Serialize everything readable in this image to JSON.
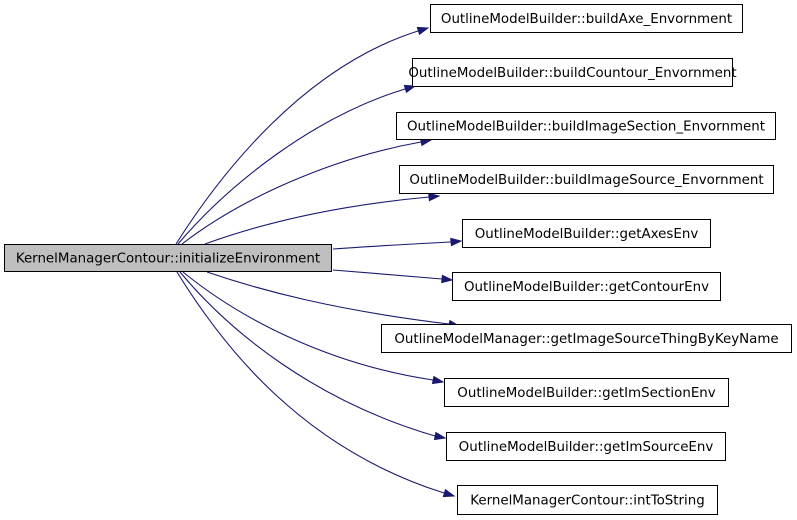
{
  "colors": {
    "root_fill": "#bfbfbf",
    "node_fill": "#ffffff",
    "edge": "#191970"
  },
  "root": {
    "label": "KernelManagerContour::initializeEnvironment"
  },
  "callees": [
    {
      "label": "OutlineModelBuilder::buildAxe_Envornment"
    },
    {
      "label": "OutlineModelBuilder::buildCountour_Envornment"
    },
    {
      "label": "OutlineModelBuilder::buildImageSection_Envornment"
    },
    {
      "label": "OutlineModelBuilder::buildImageSource_Envornment"
    },
    {
      "label": "OutlineModelBuilder::getAxesEnv"
    },
    {
      "label": "OutlineModelBuilder::getContourEnv"
    },
    {
      "label": "OutlineModelManager::getImageSourceThingByKeyName"
    },
    {
      "label": "OutlineModelBuilder::getImSectionEnv"
    },
    {
      "label": "OutlineModelBuilder::getImSourceEnv"
    },
    {
      "label": "KernelManagerContour::intToString"
    }
  ]
}
